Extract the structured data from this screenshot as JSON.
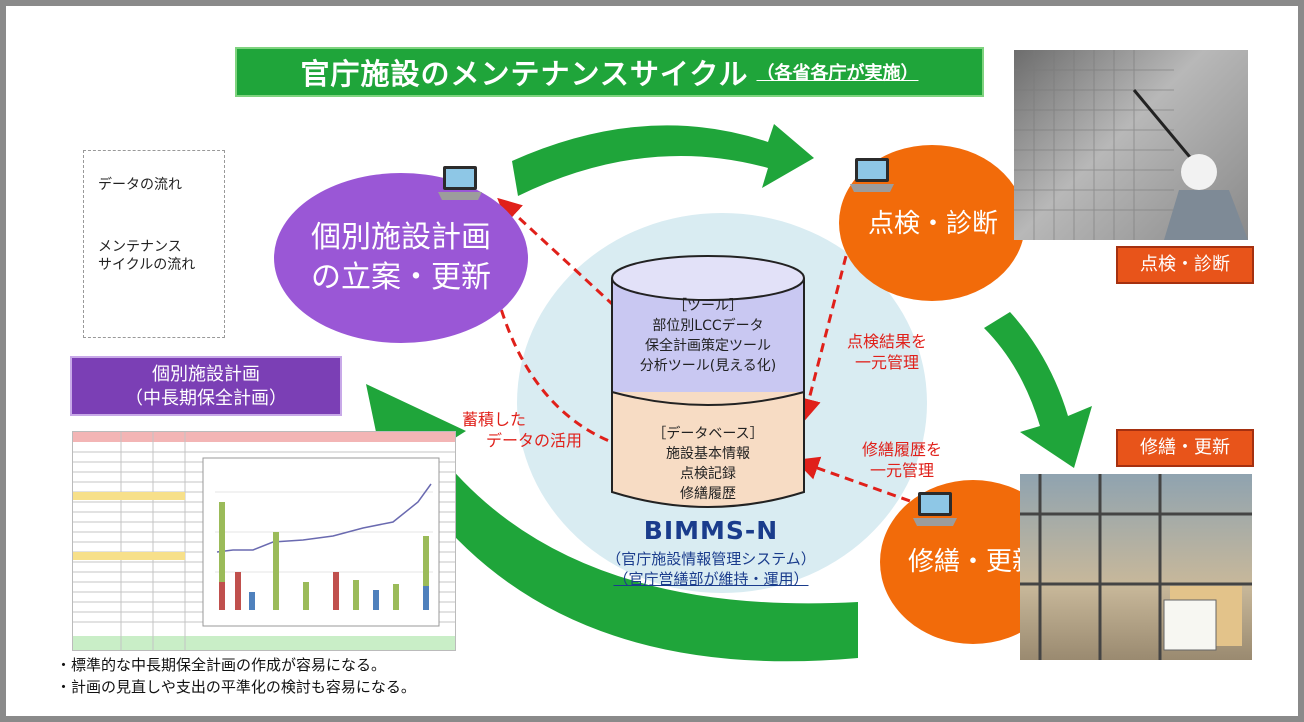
{
  "title": {
    "main": "官庁施設のメンテナンスサイクル",
    "sub": "（各省各庁が実施）"
  },
  "legend": {
    "data_flow": "データの流れ",
    "cycle_flow_line1": "メンテナンス",
    "cycle_flow_line2": "サイクルの流れ"
  },
  "nodes": {
    "planning": {
      "line1": "個別施設計画",
      "line2": "の立案・更新"
    },
    "inspection": {
      "label": "点検・診断"
    },
    "repair": {
      "label": "修繕・更新"
    }
  },
  "labels": {
    "inspection_photo": "点検・診断",
    "repair_photo": "修繕・更新",
    "plan_line1": "個別施設計画",
    "plan_line2": "（中長期保全計画）"
  },
  "flows": {
    "inspection_manage_line1": "点検結果を",
    "inspection_manage_line2": "一元管理",
    "repair_manage_line1": "修繕履歴を",
    "repair_manage_line2": "一元管理",
    "accumulated_line1": "蓄積した",
    "accumulated_line2": "データの活用"
  },
  "database": {
    "tools_title": "［ツール］",
    "tools": [
      "部位別LCCデータ",
      "保全計画策定ツール",
      "分析ツール(見える化)"
    ],
    "db_title": "［データベース］",
    "db_items": [
      "施設基本情報",
      "点検記録",
      "修繕履歴"
    ]
  },
  "system": {
    "name": "BIMMS-N",
    "desc": "（官庁施設情報管理システム）",
    "maintainer": "（官庁営繕部が維持・運用）"
  },
  "notes": [
    "・標準的な中長期保全計画の作成が容易になる。",
    "・計画の見直しや支出の平準化の検討も容易になる。"
  ],
  "colors": {
    "cycle_green": "#1fa53a",
    "node_purple": "#9a57d6",
    "node_orange": "#f26b0a",
    "data_red": "#e0201a",
    "db_blue": "#c9c8f2",
    "db_peach": "#f7dcc4",
    "halo": "#d9ecf2"
  }
}
